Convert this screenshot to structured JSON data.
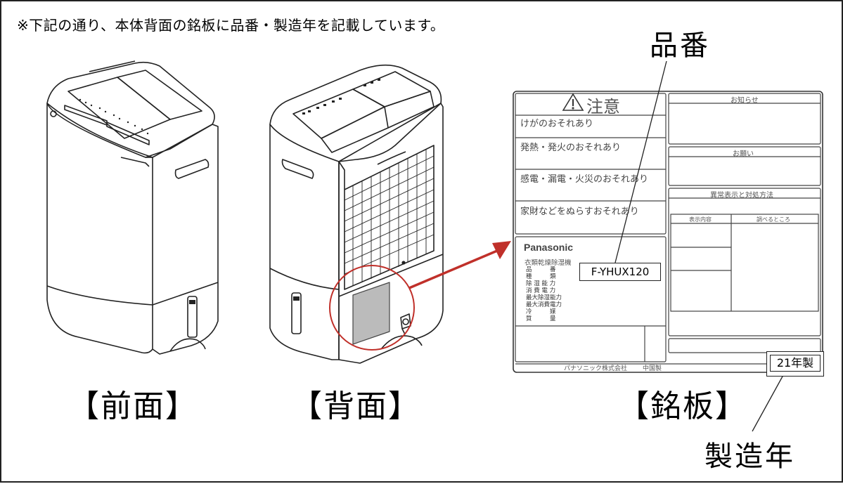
{
  "note": "※下記の通り、本体背面の銘板に品番・製造年を記載しています。",
  "labels": {
    "front": "【前面】",
    "back": "【背面】",
    "nameplate": "【銘板】"
  },
  "callouts": {
    "model_number": "品番",
    "manufacture_year": "製造年"
  },
  "nameplate": {
    "caution_title": "注意",
    "warnings": [
      "けがのおそれあり",
      "発熱・発火のおそれあり",
      "感電・漏電・火災のおそれあり",
      "家財などをぬらすおそれあり"
    ],
    "brand": "Panasonic",
    "product_type": "衣類乾燥除湿機",
    "spec_labels": [
      "品　　　番",
      "種　　　類",
      "除 湿 能 力",
      "消 費 電 力",
      "最大除湿能力",
      "最大消費電力",
      "冷　　　媒",
      "質　　　量"
    ],
    "model": "F-YHUX120",
    "maker": "パナソニック株式会社",
    "origin": "中国製",
    "notice_header": "お知らせ",
    "request_header": "お願い",
    "error_header": "異常表示と対処方法",
    "col_display": "表示内容",
    "col_check": "調べるところ",
    "year": "21年製"
  },
  "colors": {
    "arrow": "#c0302a",
    "line": "#222222",
    "label_highlight": "#bbbbbb"
  }
}
